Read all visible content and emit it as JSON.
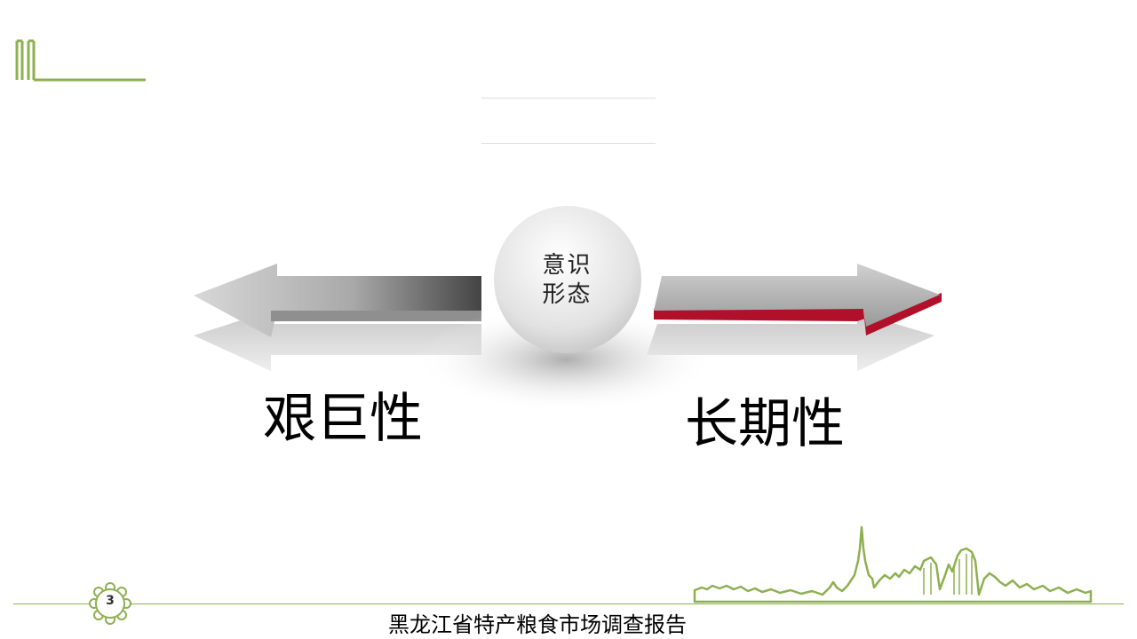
{
  "center": {
    "line1": "意识",
    "line2": "形态"
  },
  "left_arrow": {
    "label": "艰巨性"
  },
  "right_arrow": {
    "label": "长期性"
  },
  "footer": {
    "page_number": "3",
    "title": "黑龙江省特产粮食市场调查报告"
  },
  "colors": {
    "accent_green": "#8db050",
    "arrow_red": "#b0102a",
    "arrow_gray": "#b4b4b4"
  },
  "icons": [
    "corner-logo",
    "flower-badge-icon",
    "city-skyline-icon"
  ]
}
